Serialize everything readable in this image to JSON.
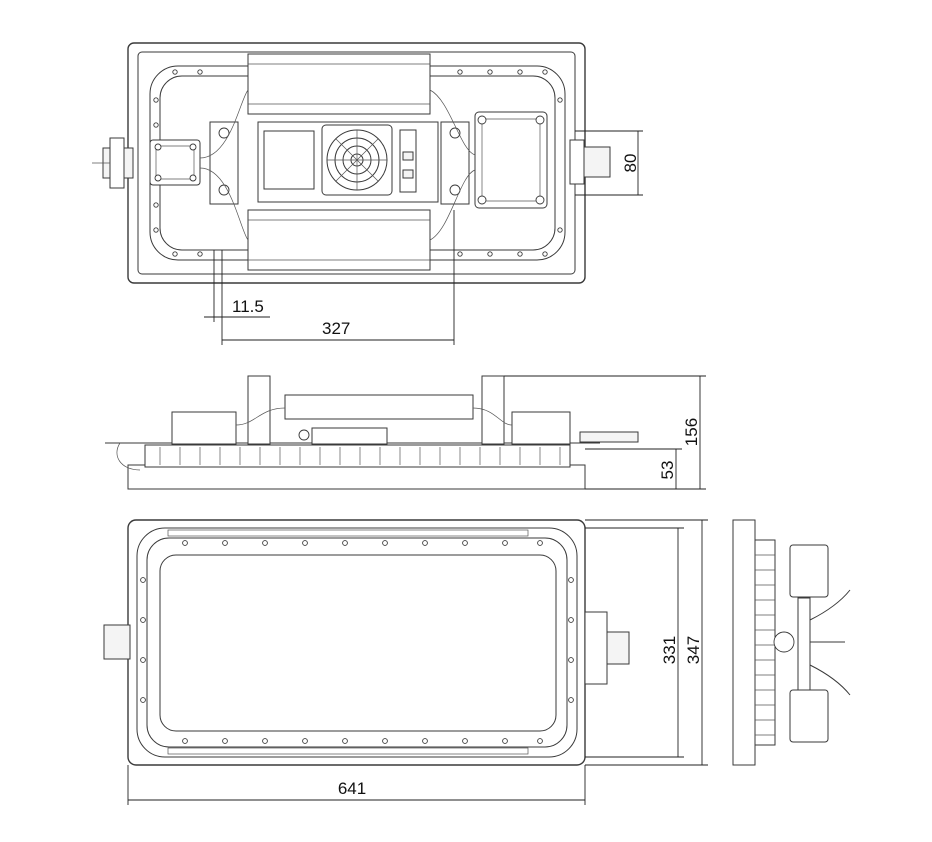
{
  "dimensions": {
    "dim_11_5": "11.5",
    "dim_327": "327",
    "dim_80": "80",
    "dim_156": "156",
    "dim_53": "53",
    "dim_331": "331",
    "dim_347": "347",
    "dim_641": "641"
  }
}
